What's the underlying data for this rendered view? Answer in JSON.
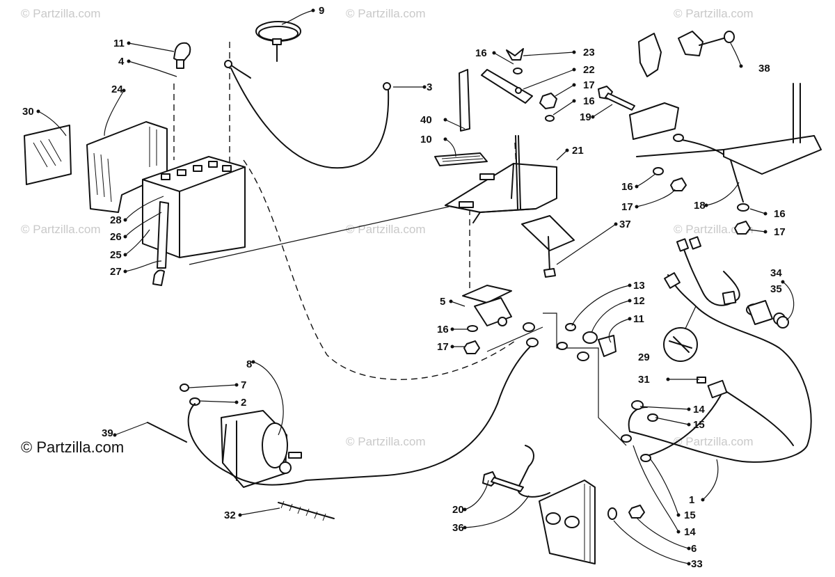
{
  "diagram": {
    "watermark_text": "© Partzilla.com",
    "copyright_text": "© Partzilla.com",
    "callouts": [
      {
        "id": "c9",
        "label": "9"
      },
      {
        "id": "c11a",
        "label": "11"
      },
      {
        "id": "c4",
        "label": "4"
      },
      {
        "id": "c24",
        "label": "24"
      },
      {
        "id": "c30",
        "label": "30"
      },
      {
        "id": "c3",
        "label": "3"
      },
      {
        "id": "c16a",
        "label": "16"
      },
      {
        "id": "c23",
        "label": "23"
      },
      {
        "id": "c22",
        "label": "22"
      },
      {
        "id": "c17a",
        "label": "17"
      },
      {
        "id": "c16b",
        "label": "16"
      },
      {
        "id": "c19",
        "label": "19"
      },
      {
        "id": "c40",
        "label": "40"
      },
      {
        "id": "c10",
        "label": "10"
      },
      {
        "id": "c21",
        "label": "21"
      },
      {
        "id": "c38",
        "label": "38"
      },
      {
        "id": "c28",
        "label": "28"
      },
      {
        "id": "c26",
        "label": "26"
      },
      {
        "id": "c25",
        "label": "25"
      },
      {
        "id": "c27",
        "label": "27"
      },
      {
        "id": "c16c",
        "label": "16"
      },
      {
        "id": "c17b",
        "label": "17"
      },
      {
        "id": "c18",
        "label": "18"
      },
      {
        "id": "c16d",
        "label": "16"
      },
      {
        "id": "c17c",
        "label": "17"
      },
      {
        "id": "c37",
        "label": "37"
      },
      {
        "id": "c13",
        "label": "13"
      },
      {
        "id": "c12",
        "label": "12"
      },
      {
        "id": "c11b",
        "label": "11"
      },
      {
        "id": "c34",
        "label": "34"
      },
      {
        "id": "c35",
        "label": "35"
      },
      {
        "id": "c5",
        "label": "5"
      },
      {
        "id": "c16e",
        "label": "16"
      },
      {
        "id": "c17d",
        "label": "17"
      },
      {
        "id": "c29",
        "label": "29"
      },
      {
        "id": "c31",
        "label": "31"
      },
      {
        "id": "c8",
        "label": "8"
      },
      {
        "id": "c7",
        "label": "7"
      },
      {
        "id": "c2",
        "label": "2"
      },
      {
        "id": "c39",
        "label": "39"
      },
      {
        "id": "c14a",
        "label": "14"
      },
      {
        "id": "c15a",
        "label": "15"
      },
      {
        "id": "c1",
        "label": "1"
      },
      {
        "id": "c15b",
        "label": "15"
      },
      {
        "id": "c14b",
        "label": "14"
      },
      {
        "id": "c20",
        "label": "20"
      },
      {
        "id": "c36",
        "label": "36"
      },
      {
        "id": "c6",
        "label": "6"
      },
      {
        "id": "c33",
        "label": "33"
      },
      {
        "id": "c32",
        "label": "32"
      }
    ]
  }
}
